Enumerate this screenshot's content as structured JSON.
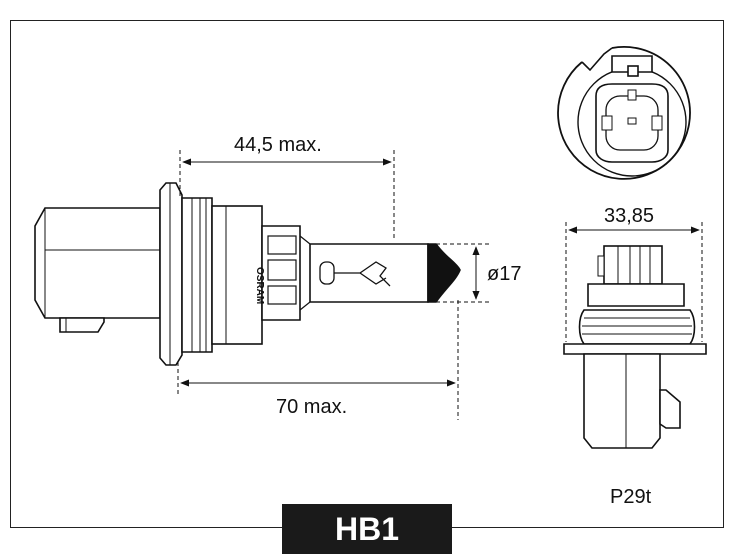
{
  "dimensions": {
    "top_length": "44,5 max.",
    "bottom_length": "70 max.",
    "diameter": "ø17",
    "socket_width": "33,85"
  },
  "labels": {
    "brand": "OSRAM",
    "base_type": "P29t",
    "title": "HB1"
  },
  "colors": {
    "line": "#111111",
    "badge_bg": "#1a1a1a",
    "badge_text": "#ffffff"
  }
}
